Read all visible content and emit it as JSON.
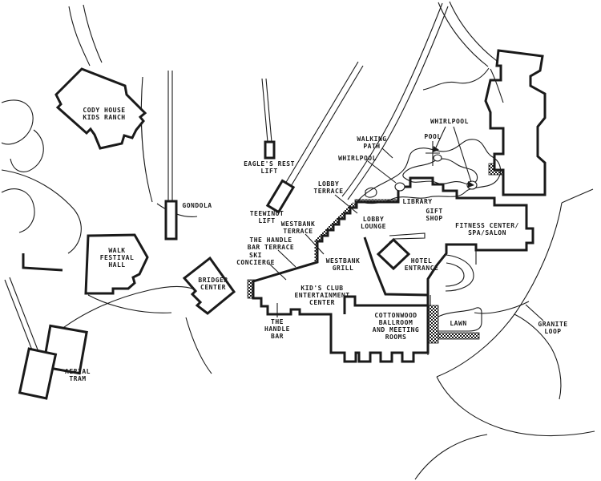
{
  "colors": {
    "background": "#ffffff",
    "ink": "#1a1a1a"
  },
  "labels": [
    {
      "id": "cody-house-kids-ranch",
      "text": "CODY HOUSE\nKIDS RANCH"
    },
    {
      "id": "gondola",
      "text": "GONDOLA"
    },
    {
      "id": "walk-festival-hall",
      "text": "WALK\nFESTIVAL\nHALL"
    },
    {
      "id": "eagles-rest-lift",
      "text": "EAGLE'S REST\nLIFT"
    },
    {
      "id": "teewinot-lift",
      "text": "TEEWINOT\nLIFT"
    },
    {
      "id": "lobby-terrace",
      "text": "LOBBY\nTERRACE"
    },
    {
      "id": "westbank-terrace",
      "text": "WESTBANK\nTERRACE"
    },
    {
      "id": "the-handle-bar-terrace",
      "text": "THE HANDLE\nBAR TERRACE"
    },
    {
      "id": "ski-concierge",
      "text": "SKI\nCONCIERGE"
    },
    {
      "id": "bridger-center",
      "text": "BRIDGER\nCENTER"
    },
    {
      "id": "the-handle-bar",
      "text": "THE\nHANDLE\nBAR"
    },
    {
      "id": "aerial-tram",
      "text": "AERIAL\nTRAM"
    },
    {
      "id": "walking-path",
      "text": "WALKING\nPATH"
    },
    {
      "id": "whirlpool-west",
      "text": "WHIRLPOOL"
    },
    {
      "id": "pool",
      "text": "POOL"
    },
    {
      "id": "whirlpool-north",
      "text": "WHIRLPOOL"
    },
    {
      "id": "library",
      "text": "LIBRARY"
    },
    {
      "id": "gift-shop",
      "text": "GIFT\nSHOP"
    },
    {
      "id": "lobby-lounge",
      "text": "LOBBY\nLOUNGE"
    },
    {
      "id": "fitness-center-spa",
      "text": "FITNESS CENTER/\nSPA/SALON"
    },
    {
      "id": "westbank-grill",
      "text": "WESTBANK\nGRILL"
    },
    {
      "id": "hotel-entrance",
      "text": "HOTEL\nENTRANCE"
    },
    {
      "id": "kids-club",
      "text": "KID'S CLUB\nENTERTAINMENT\nCENTER"
    },
    {
      "id": "cottonwood-ballroom",
      "text": "COTTONWOOD\nBALLROOM\nAND MEETING\nROOMS"
    },
    {
      "id": "lawn",
      "text": "LAWN"
    },
    {
      "id": "granite-loop",
      "text": "GRANITE\nLOOP"
    }
  ]
}
